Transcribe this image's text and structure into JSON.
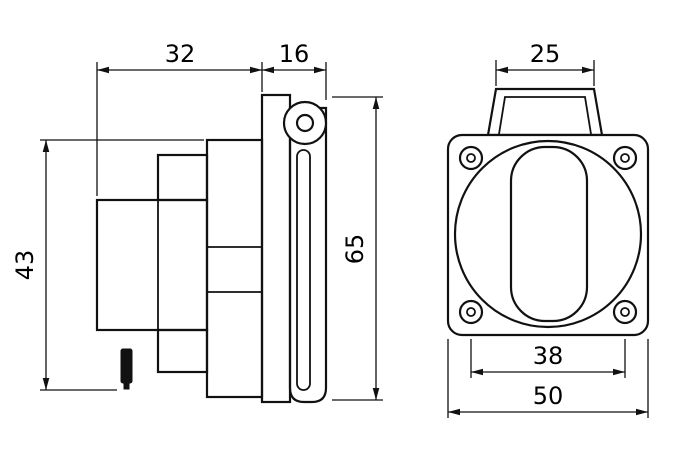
{
  "drawing": {
    "type": "technical-dimension-drawing",
    "colors": {
      "background": "#ffffff",
      "line": "#111111",
      "pin_fill": "#111111"
    },
    "side_view": {
      "dim_width_body": "32",
      "dim_width_lid": "16",
      "dim_height_body": "43",
      "dim_height_total": "65"
    },
    "front_view": {
      "dim_lid_width": "25",
      "dim_hole_spacing": "38",
      "dim_flange_width": "50"
    }
  }
}
